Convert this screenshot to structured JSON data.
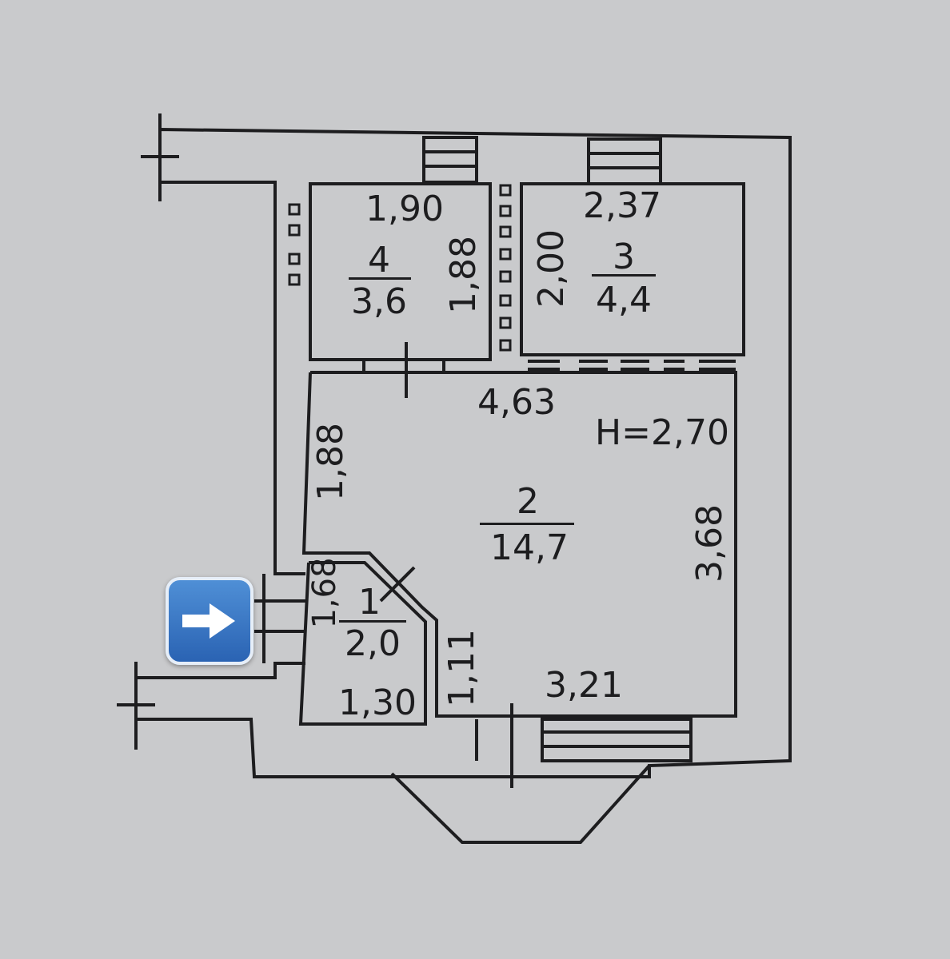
{
  "plan": {
    "ceiling_height": "H=2,70",
    "rooms": [
      {
        "number": "1",
        "area": "2,0",
        "dims": [
          "1,68",
          "1,30",
          "1,11"
        ]
      },
      {
        "number": "2",
        "area": "14,7",
        "dims": [
          "4,63",
          "1,88",
          "3,68",
          "3,21"
        ]
      },
      {
        "number": "3",
        "area": "4,4",
        "dims": [
          "2,37",
          "2,00"
        ]
      },
      {
        "number": "4",
        "area": "3,6",
        "dims": [
          "1,90",
          "1,88"
        ]
      }
    ],
    "entry_icon": "right-arrow-icon",
    "colors": {
      "ink": "#1d1d1f",
      "paper": "#c9cacc",
      "icon": "#2f6fc0"
    }
  }
}
